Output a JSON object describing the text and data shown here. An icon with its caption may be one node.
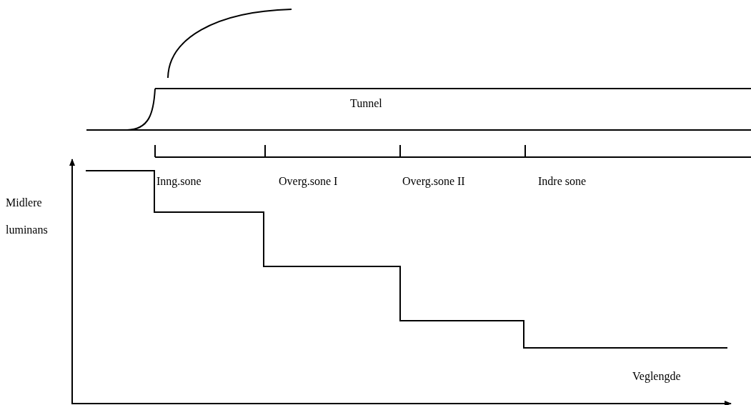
{
  "diagram": {
    "labels": [
      "Tunnel",
      "Inng.sone",
      "Overg.sone I",
      "Overg.sone II",
      "Indre sone",
      "Midlere luminans",
      "Veglengde"
    ]
  }
}
